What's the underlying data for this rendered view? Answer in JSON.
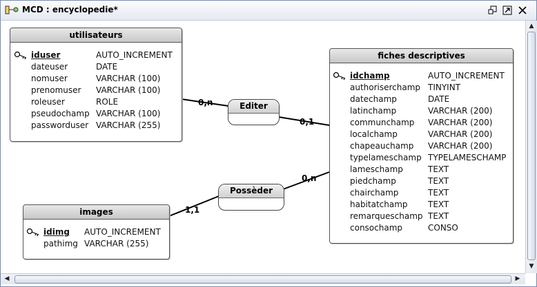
{
  "window": {
    "title": "MCD : encyclopedie*"
  },
  "entities": [
    {
      "name": "utilisateurs",
      "fields": [
        {
          "name": "iduser",
          "type": "AUTO_INCREMENT",
          "key": true
        },
        {
          "name": "dateuser",
          "type": "DATE"
        },
        {
          "name": "nomuser",
          "type": "VARCHAR (100)"
        },
        {
          "name": "prenomuser",
          "type": "VARCHAR (100)"
        },
        {
          "name": "roleuser",
          "type": "ROLE"
        },
        {
          "name": "pseudochamp",
          "type": "VARCHAR (100)"
        },
        {
          "name": "passworduser",
          "type": "VARCHAR (255)"
        }
      ]
    },
    {
      "name": "fiches descriptives",
      "fields": [
        {
          "name": "idchamp",
          "type": "AUTO_INCREMENT",
          "key": true
        },
        {
          "name": "authoriserchamp",
          "type": "TINYINT"
        },
        {
          "name": "datechamp",
          "type": "DATE"
        },
        {
          "name": "latinchamp",
          "type": "VARCHAR (200)"
        },
        {
          "name": "communchamp",
          "type": "VARCHAR (200)"
        },
        {
          "name": "localchamp",
          "type": "VARCHAR (200)"
        },
        {
          "name": "chapeauchamp",
          "type": "VARCHAR (200)"
        },
        {
          "name": "typelameschamp",
          "type": "TYPELAMESCHAMP"
        },
        {
          "name": "lameschamp",
          "type": "TEXT"
        },
        {
          "name": "piedchamp",
          "type": "TEXT"
        },
        {
          "name": "chairchamp",
          "type": "TEXT"
        },
        {
          "name": "habitatchamp",
          "type": "TEXT"
        },
        {
          "name": "remarqueschamp",
          "type": "TEXT"
        },
        {
          "name": "consochamp",
          "type": "CONSO"
        }
      ]
    },
    {
      "name": "images",
      "fields": [
        {
          "name": "idimg",
          "type": "AUTO_INCREMENT",
          "key": true
        },
        {
          "name": "pathimg",
          "type": "VARCHAR (255)"
        }
      ]
    }
  ],
  "associations": [
    {
      "name": "Editer"
    },
    {
      "name": "Possèder"
    }
  ],
  "cardinalities": [
    "0,n",
    "0,1",
    "0,n",
    "1,1"
  ]
}
